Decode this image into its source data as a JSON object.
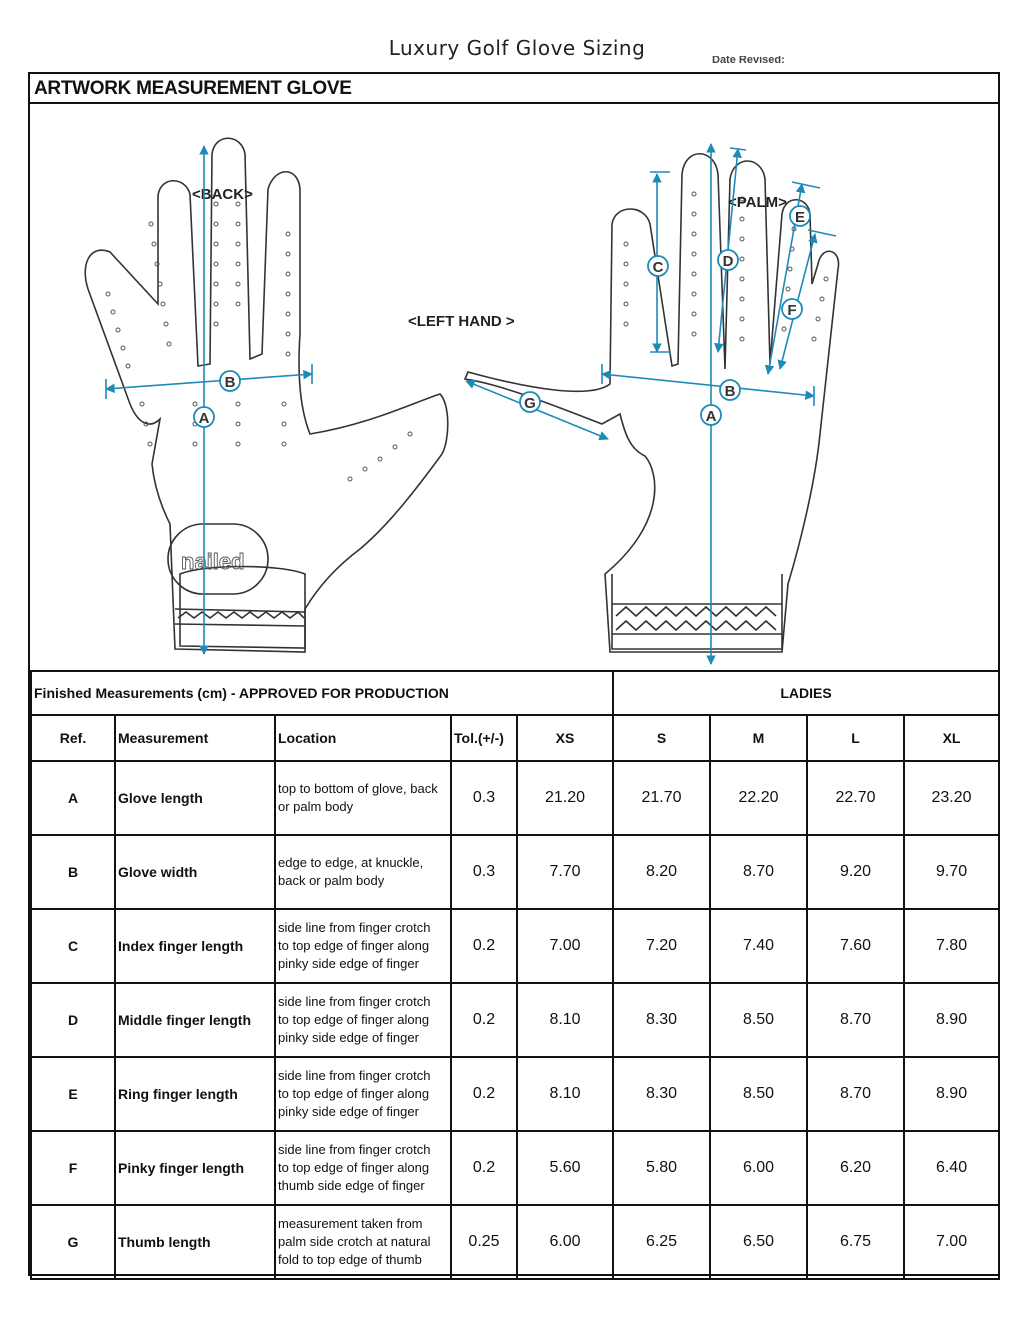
{
  "page": {
    "title": "Luxury Golf Glove Sizing",
    "date_revised": "Date Revised:"
  },
  "artwork": {
    "title": "ARTWORK MEASUREMENT GLOVE",
    "back_label": "<BACK>",
    "palm_label": "<PALM>",
    "hand_label": "<LEFT HAND >",
    "logo_text": "nailed",
    "markers": [
      "A",
      "B",
      "C",
      "D",
      "E",
      "F",
      "G"
    ]
  },
  "colors": {
    "measure_line": "#1e8ab8",
    "outline": "#333333"
  },
  "table": {
    "header_left": "Finished Measurements (cm) - APPROVED FOR PRODUCTION",
    "header_right": "LADIES",
    "columns": [
      "Ref.",
      "Measurement",
      "Location",
      "Tol.(+/-)",
      "XS",
      "S",
      "M",
      "L",
      "XL"
    ],
    "rows": [
      {
        "ref": "A",
        "measurement": "Glove length",
        "location": [
          "top to bottom of glove, back",
          "or palm body"
        ],
        "tol": "0.3",
        "xs": "21.20",
        "s": "21.70",
        "m": "22.20",
        "l": "22.70",
        "xl": "23.20"
      },
      {
        "ref": "B",
        "measurement": "Glove width",
        "location": [
          "edge to edge, at knuckle,",
          "back or palm body"
        ],
        "tol": "0.3",
        "xs": "7.70",
        "s": "8.20",
        "m": "8.70",
        "l": "9.20",
        "xl": "9.70"
      },
      {
        "ref": "C",
        "measurement": "Index finger length",
        "location": [
          "side line from finger crotch",
          "to top edge of finger along",
          "pinky side edge of finger"
        ],
        "tol": "0.2",
        "xs": "7.00",
        "s": "7.20",
        "m": "7.40",
        "l": "7.60",
        "xl": "7.80"
      },
      {
        "ref": "D",
        "measurement": "Middle finger length",
        "location": [
          "side line from finger crotch",
          "to top edge of finger along",
          "pinky side edge of finger"
        ],
        "tol": "0.2",
        "xs": "8.10",
        "s": "8.30",
        "m": "8.50",
        "l": "8.70",
        "xl": "8.90"
      },
      {
        "ref": "E",
        "measurement": "Ring finger length",
        "location": [
          "side line from finger crotch",
          "to top edge of finger along",
          "pinky side edge of finger"
        ],
        "tol": "0.2",
        "xs": "8.10",
        "s": "8.30",
        "m": "8.50",
        "l": "8.70",
        "xl": "8.90"
      },
      {
        "ref": "F",
        "measurement": "Pinky finger length",
        "location": [
          "side line from finger crotch",
          "to top edge of finger along",
          "thumb side edge of finger"
        ],
        "tol": "0.2",
        "xs": "5.60",
        "s": "5.80",
        "m": "6.00",
        "l": "6.20",
        "xl": "6.40"
      },
      {
        "ref": "G",
        "measurement": "Thumb length",
        "location": [
          "measurement taken from",
          "palm side crotch at natural",
          "fold to top edge of thumb"
        ],
        "tol": "0.25",
        "xs": "6.00",
        "s": "6.25",
        "m": "6.50",
        "l": "6.75",
        "xl": "7.00"
      }
    ]
  }
}
